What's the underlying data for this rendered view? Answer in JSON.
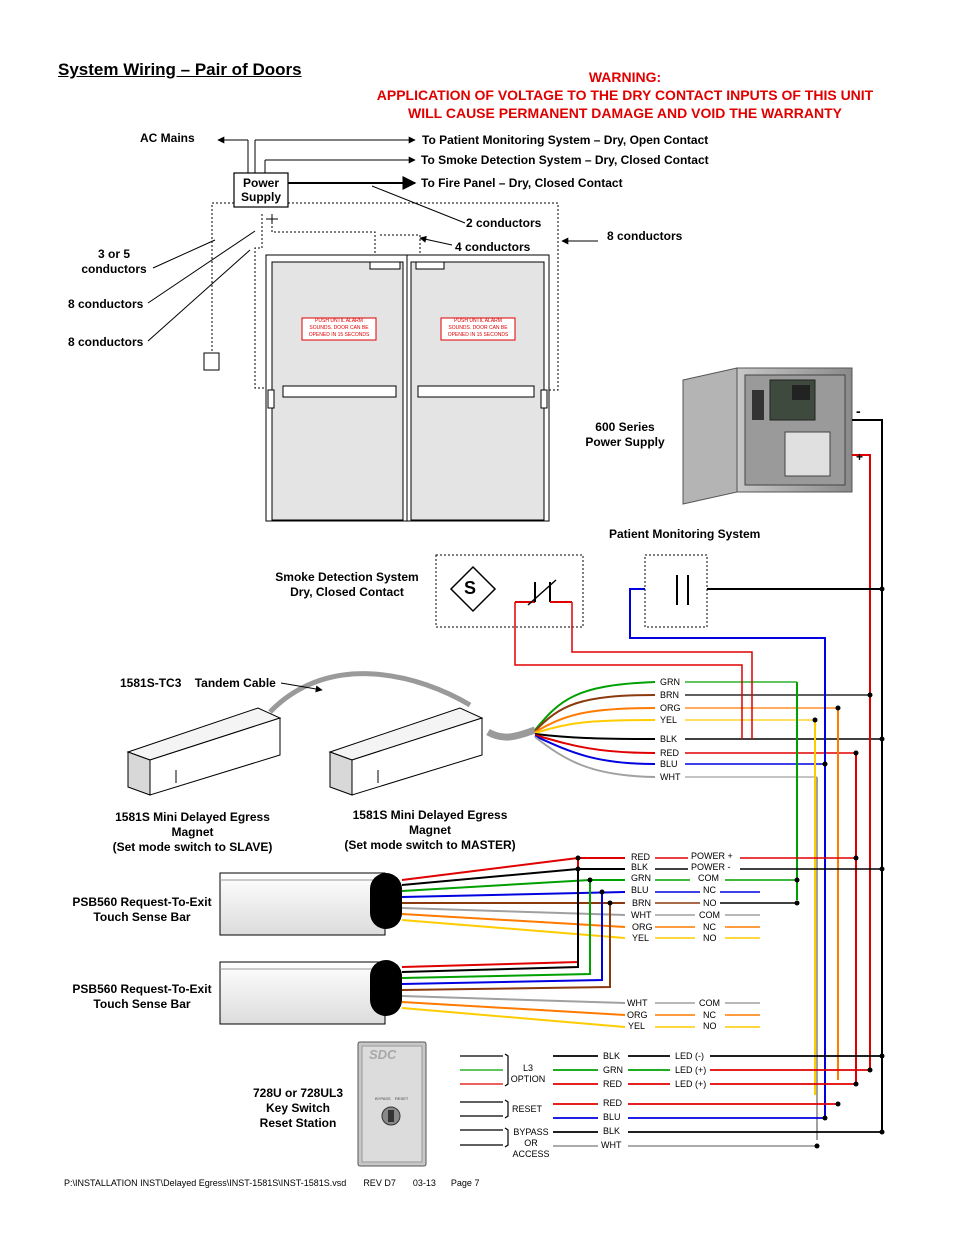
{
  "header": {
    "title": "System Wiring – Pair of Doors",
    "warning_title": "WARNING:",
    "warning_line1": "APPLICATION OF VOLTAGE TO THE DRY CONTACT INPUTS OF THIS UNIT",
    "warning_line2": "WILL CAUSE PERMANENT DAMAGE AND VOID THE WARRANTY"
  },
  "top_wiring": {
    "ac_mains": "AC Mains",
    "power_supply": [
      "Power",
      "Supply"
    ],
    "to_patient": "To Patient Monitoring System – Dry, Open Contact",
    "to_smoke": "To Smoke Detection System – Dry, Closed Contact",
    "to_fire": "To Fire Panel – Dry, Closed Contact",
    "two_conductors": "2 conductors",
    "four_conductors": "4 conductors",
    "eight_conductors_right": "8 conductors",
    "three_or_five": [
      "3 or 5",
      "conductors"
    ],
    "eight_conductors_a": "8 conductors",
    "eight_conductors_b": "8 conductors",
    "door_sign": [
      "PUSH UNTIL ALARM",
      "SOUNDS. DOOR CAN BE",
      "OPENED IN 15 SECONDS"
    ]
  },
  "power_600": {
    "label": [
      "600 Series",
      "Power Supply"
    ],
    "minus": "-",
    "plus": "+"
  },
  "patient": {
    "label": "Patient Monitoring System"
  },
  "smoke": {
    "label": [
      "Smoke Detection System",
      "Dry, Closed Contact"
    ],
    "symbol": "S"
  },
  "tandem": {
    "label": "1581S-TC3    Tandem Cable"
  },
  "magnet_slave": {
    "label": [
      "1581S Mini Delayed Egress",
      "Magnet",
      "(Set mode switch to SLAVE)"
    ]
  },
  "magnet_master": {
    "label": [
      "1581S Mini Delayed Egress",
      "Magnet",
      "(Set mode switch to MASTER)"
    ]
  },
  "magnet_wires": [
    "GRN",
    "BRN",
    "ORG",
    "YEL",
    "BLK",
    "RED",
    "BLU",
    "WHT"
  ],
  "psb1": {
    "label": [
      "PSB560 Request-To-Exit",
      "Touch Sense Bar"
    ],
    "wires": [
      "RED",
      "BLK",
      "GRN",
      "BLU",
      "BRN",
      "WHT",
      "ORG",
      "YEL"
    ],
    "functions": [
      "POWER +",
      "POWER -",
      "COM",
      "NC",
      "NO",
      "COM",
      "NC",
      "NO"
    ]
  },
  "psb2": {
    "label": [
      "PSB560 Request-To-Exit",
      "Touch Sense Bar"
    ],
    "wires": [
      "WHT",
      "ORG",
      "YEL"
    ],
    "functions": [
      "COM",
      "NC",
      "NO"
    ]
  },
  "keyswitch": {
    "label": [
      "728U or 728UL3",
      "Key Switch",
      "Reset Station"
    ],
    "plate_text": "SDC",
    "plate_small": [
      "BYPASS",
      "RESET"
    ],
    "groups": [
      [
        "L3",
        "OPTION"
      ],
      [
        "RESET"
      ],
      [
        "BYPASS",
        "OR",
        "ACCESS"
      ]
    ],
    "l3_wires": [
      "BLK",
      "GRN",
      "RED"
    ],
    "l3_functions": [
      "LED (-)",
      "LED (+)",
      "LED (+)"
    ],
    "reset_wires": [
      "RED",
      "BLU"
    ],
    "bypass_wires": [
      "BLK",
      "WHT"
    ]
  },
  "footer": {
    "path": "P:\\INSTALLATION INST\\Delayed Egress\\INST-1581S\\INST-1581S.vsd",
    "rev": "REV D7",
    "date": "03-13",
    "page": "Page 7"
  },
  "colors": {
    "red": "#e00000",
    "black": "#000000",
    "green": "#00a000",
    "blue": "#0000e0",
    "brown": "#8b3a0e",
    "orange": "#ff7a00",
    "yellow": "#ffcc00",
    "white_wire": "#a0a0a0",
    "door_fill": "#e4e4e4",
    "sign_red": "#e00000"
  }
}
